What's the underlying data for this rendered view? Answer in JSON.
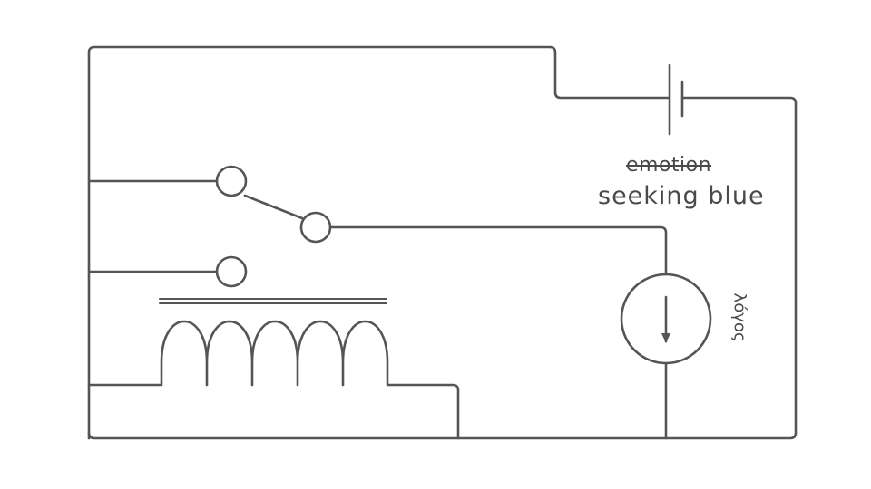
{
  "labels": {
    "struck": "emotion",
    "main": "seeking blue",
    "source": "λόγος"
  },
  "colors": {
    "wire": "#555555",
    "background": "#ffffff"
  }
}
